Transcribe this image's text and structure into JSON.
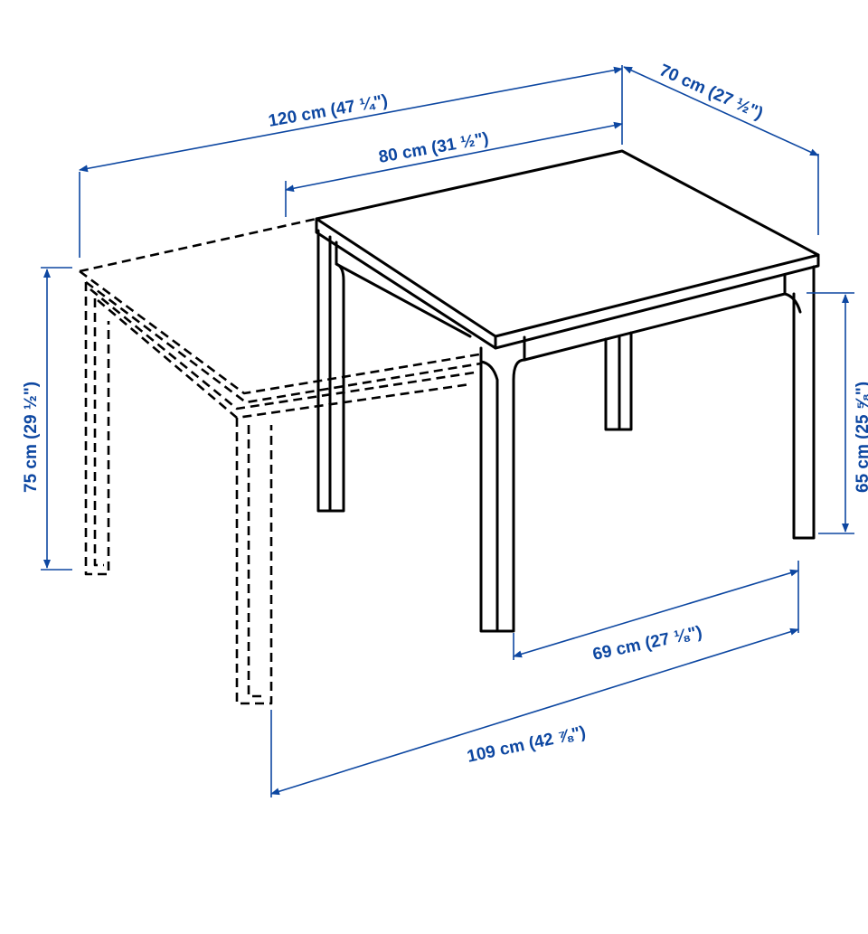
{
  "colors": {
    "dimension": "#0d47a1",
    "furniture": "#000000",
    "background": "#ffffff"
  },
  "dimensions": {
    "extended_length": "120 cm (47 ¼\")",
    "closed_length": "80 cm (31 ½\")",
    "depth": "70 cm (27 ½\")",
    "table_height": "75 cm (29 ½\")",
    "knee_clearance_height": "65 cm (25 ⅝\")",
    "leg_span_closed": "69 cm (27 ⅛\")",
    "leg_span_extended": "109 cm (42 ⅞\")"
  }
}
